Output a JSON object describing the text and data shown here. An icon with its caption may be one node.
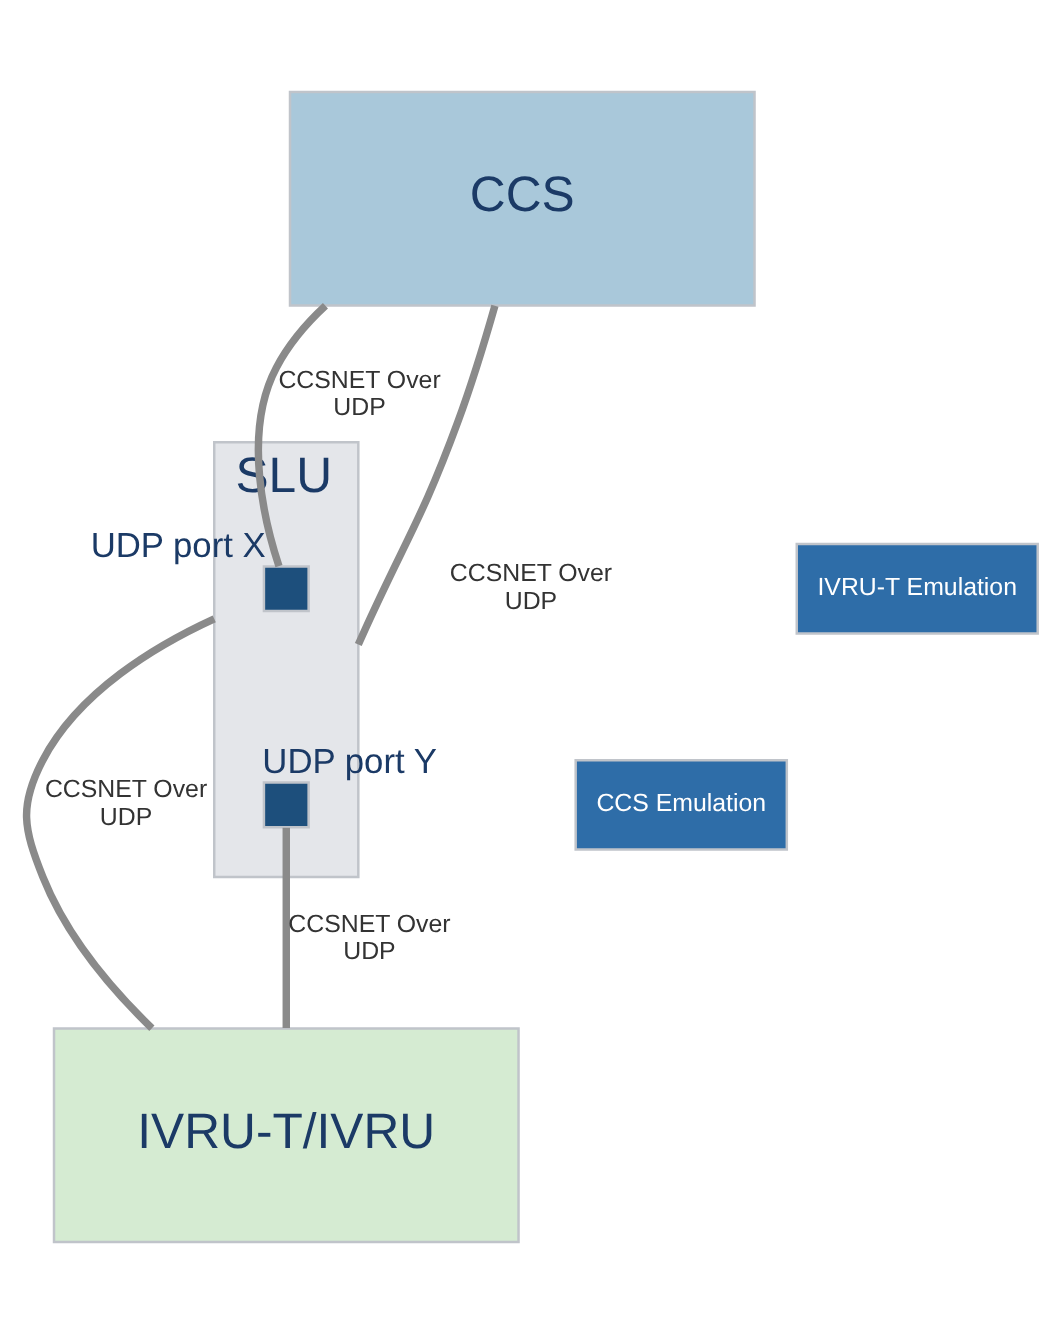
{
  "diagram": {
    "nodes": [
      {
        "text": [
          "CCS"
        ]
      },
      {
        "text": [
          "SLU"
        ]
      },
      {
        "text": [],
        "shape": "box",
        "in": 1,
        "beside": [
          "UDP port X"
        ]
      },
      {
        "text": [
          "IVRU-T Emulation"
        ]
      },
      {
        "text": [
          "CCS Emulation"
        ]
      },
      {
        "text": [],
        "shape": "box",
        "in": 1,
        "beside": [
          "UDP port Y"
        ]
      },
      {
        "text": [
          "IVRU-T/IVRU"
        ]
      }
    ],
    "edges": [
      {
        "from": 0,
        "to": 1,
        "arrow": "none",
        "label": "CCSNET Over UDP"
      },
      {
        "from": 0,
        "to": 2,
        "arrow": "none",
        "label": "CCSNET Over UDP"
      },
      {
        "from": 5,
        "to": 6,
        "arrow": "none",
        "label": "CCSNET Over UDP"
      },
      {
        "from": 1,
        "to": 6,
        "arrow": "none",
        "label": "CCSNET Over UDP"
      }
    ]
  }
}
